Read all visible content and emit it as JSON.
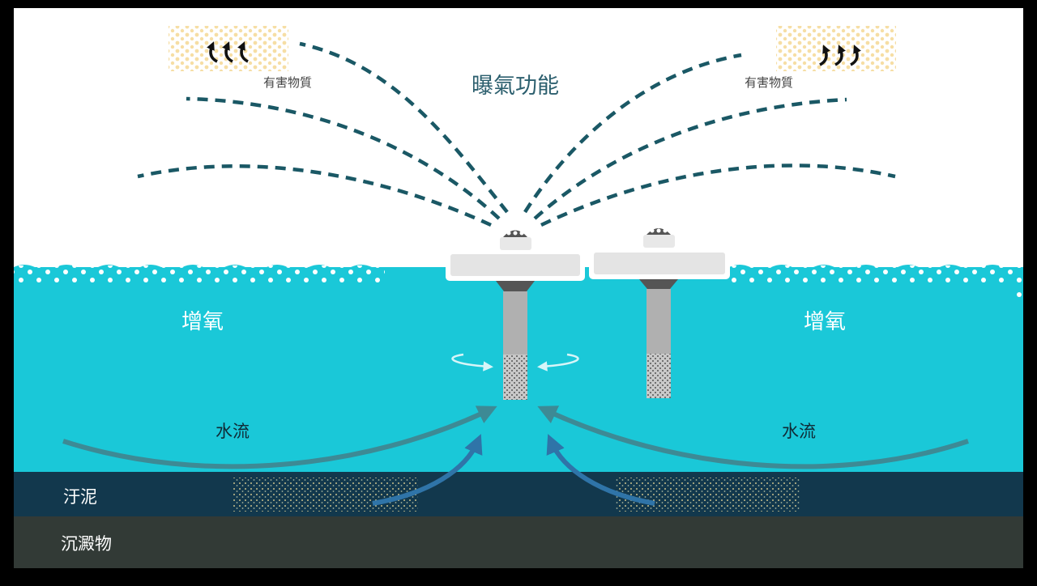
{
  "diagram": {
    "title": "曝氣功能",
    "harmful_substances_left": "有害物質",
    "harmful_substances_right": "有害物質",
    "oxygenation_left": "增氧",
    "oxygenation_right": "增氧",
    "water_flow_left": "水流",
    "water_flow_right": "水流",
    "sludge": "汙泥",
    "sediment": "沉澱物"
  },
  "colors": {
    "water": "#1ac8d8",
    "spray": "#1a5865",
    "flow_arrow": "#3d8a95",
    "upflow_arrow": "#2f74a8",
    "sludge_layer": "#12384d",
    "sediment_layer": "#323a36",
    "particles": "#f6dea4"
  }
}
